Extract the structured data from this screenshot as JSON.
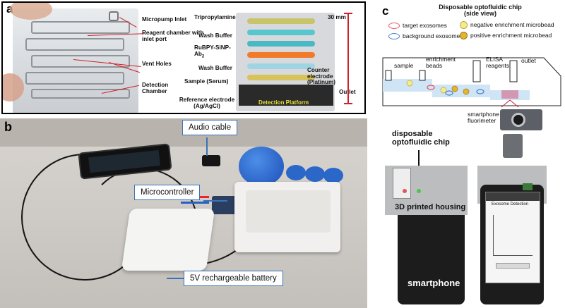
{
  "panels": {
    "a": {
      "letter": "a",
      "labels": {
        "micropump_inlet": "Micropump Inlet",
        "reagent_chamber": "Reagent chamber with inlet port",
        "vent_holes": "Vent Holes",
        "detection_chamber": "Detection Chamber",
        "tripropylamine": "Tripropylamine",
        "wash_buffer_1": "Wash Buffer",
        "rubpy": "RuBPY-SiNP-Ab",
        "rubpy_sub": "2",
        "wash_buffer_2": "Wash Buffer",
        "sample": "Sample (Serum)",
        "reference_electrode": "Reference electrode (Ag/AgCl)",
        "counter_electrode": "Counter electrode (Platinum)",
        "outlet": "Outlet",
        "detection_platform": "Detection Platform",
        "scale": "30 mm"
      },
      "strip_colors": [
        "#c9c46a",
        "#56c7cf",
        "#48b9c5",
        "#f07b2a",
        "#9fd5e3",
        "#d8c35a"
      ]
    },
    "b": {
      "letter": "b",
      "labels": {
        "audio_cable": "Audio cable",
        "microcontroller": "Microcontroller",
        "battery": "5V rechargeable battery"
      }
    },
    "c": {
      "letter": "c",
      "title": "Disposable optofluidic chip",
      "subtitle": "(side view)",
      "legend": {
        "target_exosomes": "target exosomes",
        "background_exosomes": "background exosomes",
        "negative_microbead": "negative enrichment microbead",
        "positive_microbead": "positive enrichment microbead"
      },
      "diagram_labels": {
        "sample": "sample",
        "enrichment_beads": "enrichment beads",
        "elisa_reagents": "ELISA reagents",
        "outlet": "outlet"
      },
      "smartphone_fluorimeter": "smartphone fluorimeter",
      "disposable_chip": "disposable optofluidic chip",
      "housing": "3D printed housing",
      "smartphone": "smartphone",
      "app_title": "Exosome Detection"
    }
  },
  "colors": {
    "callout_red": "#d0202a",
    "callout_blue": "#3a73b8",
    "target_exosome": "#e0555a",
    "background_exosome": "#4a7ec9",
    "negative_bead": "#f4ec8a",
    "positive_bead": "#e3b531"
  }
}
